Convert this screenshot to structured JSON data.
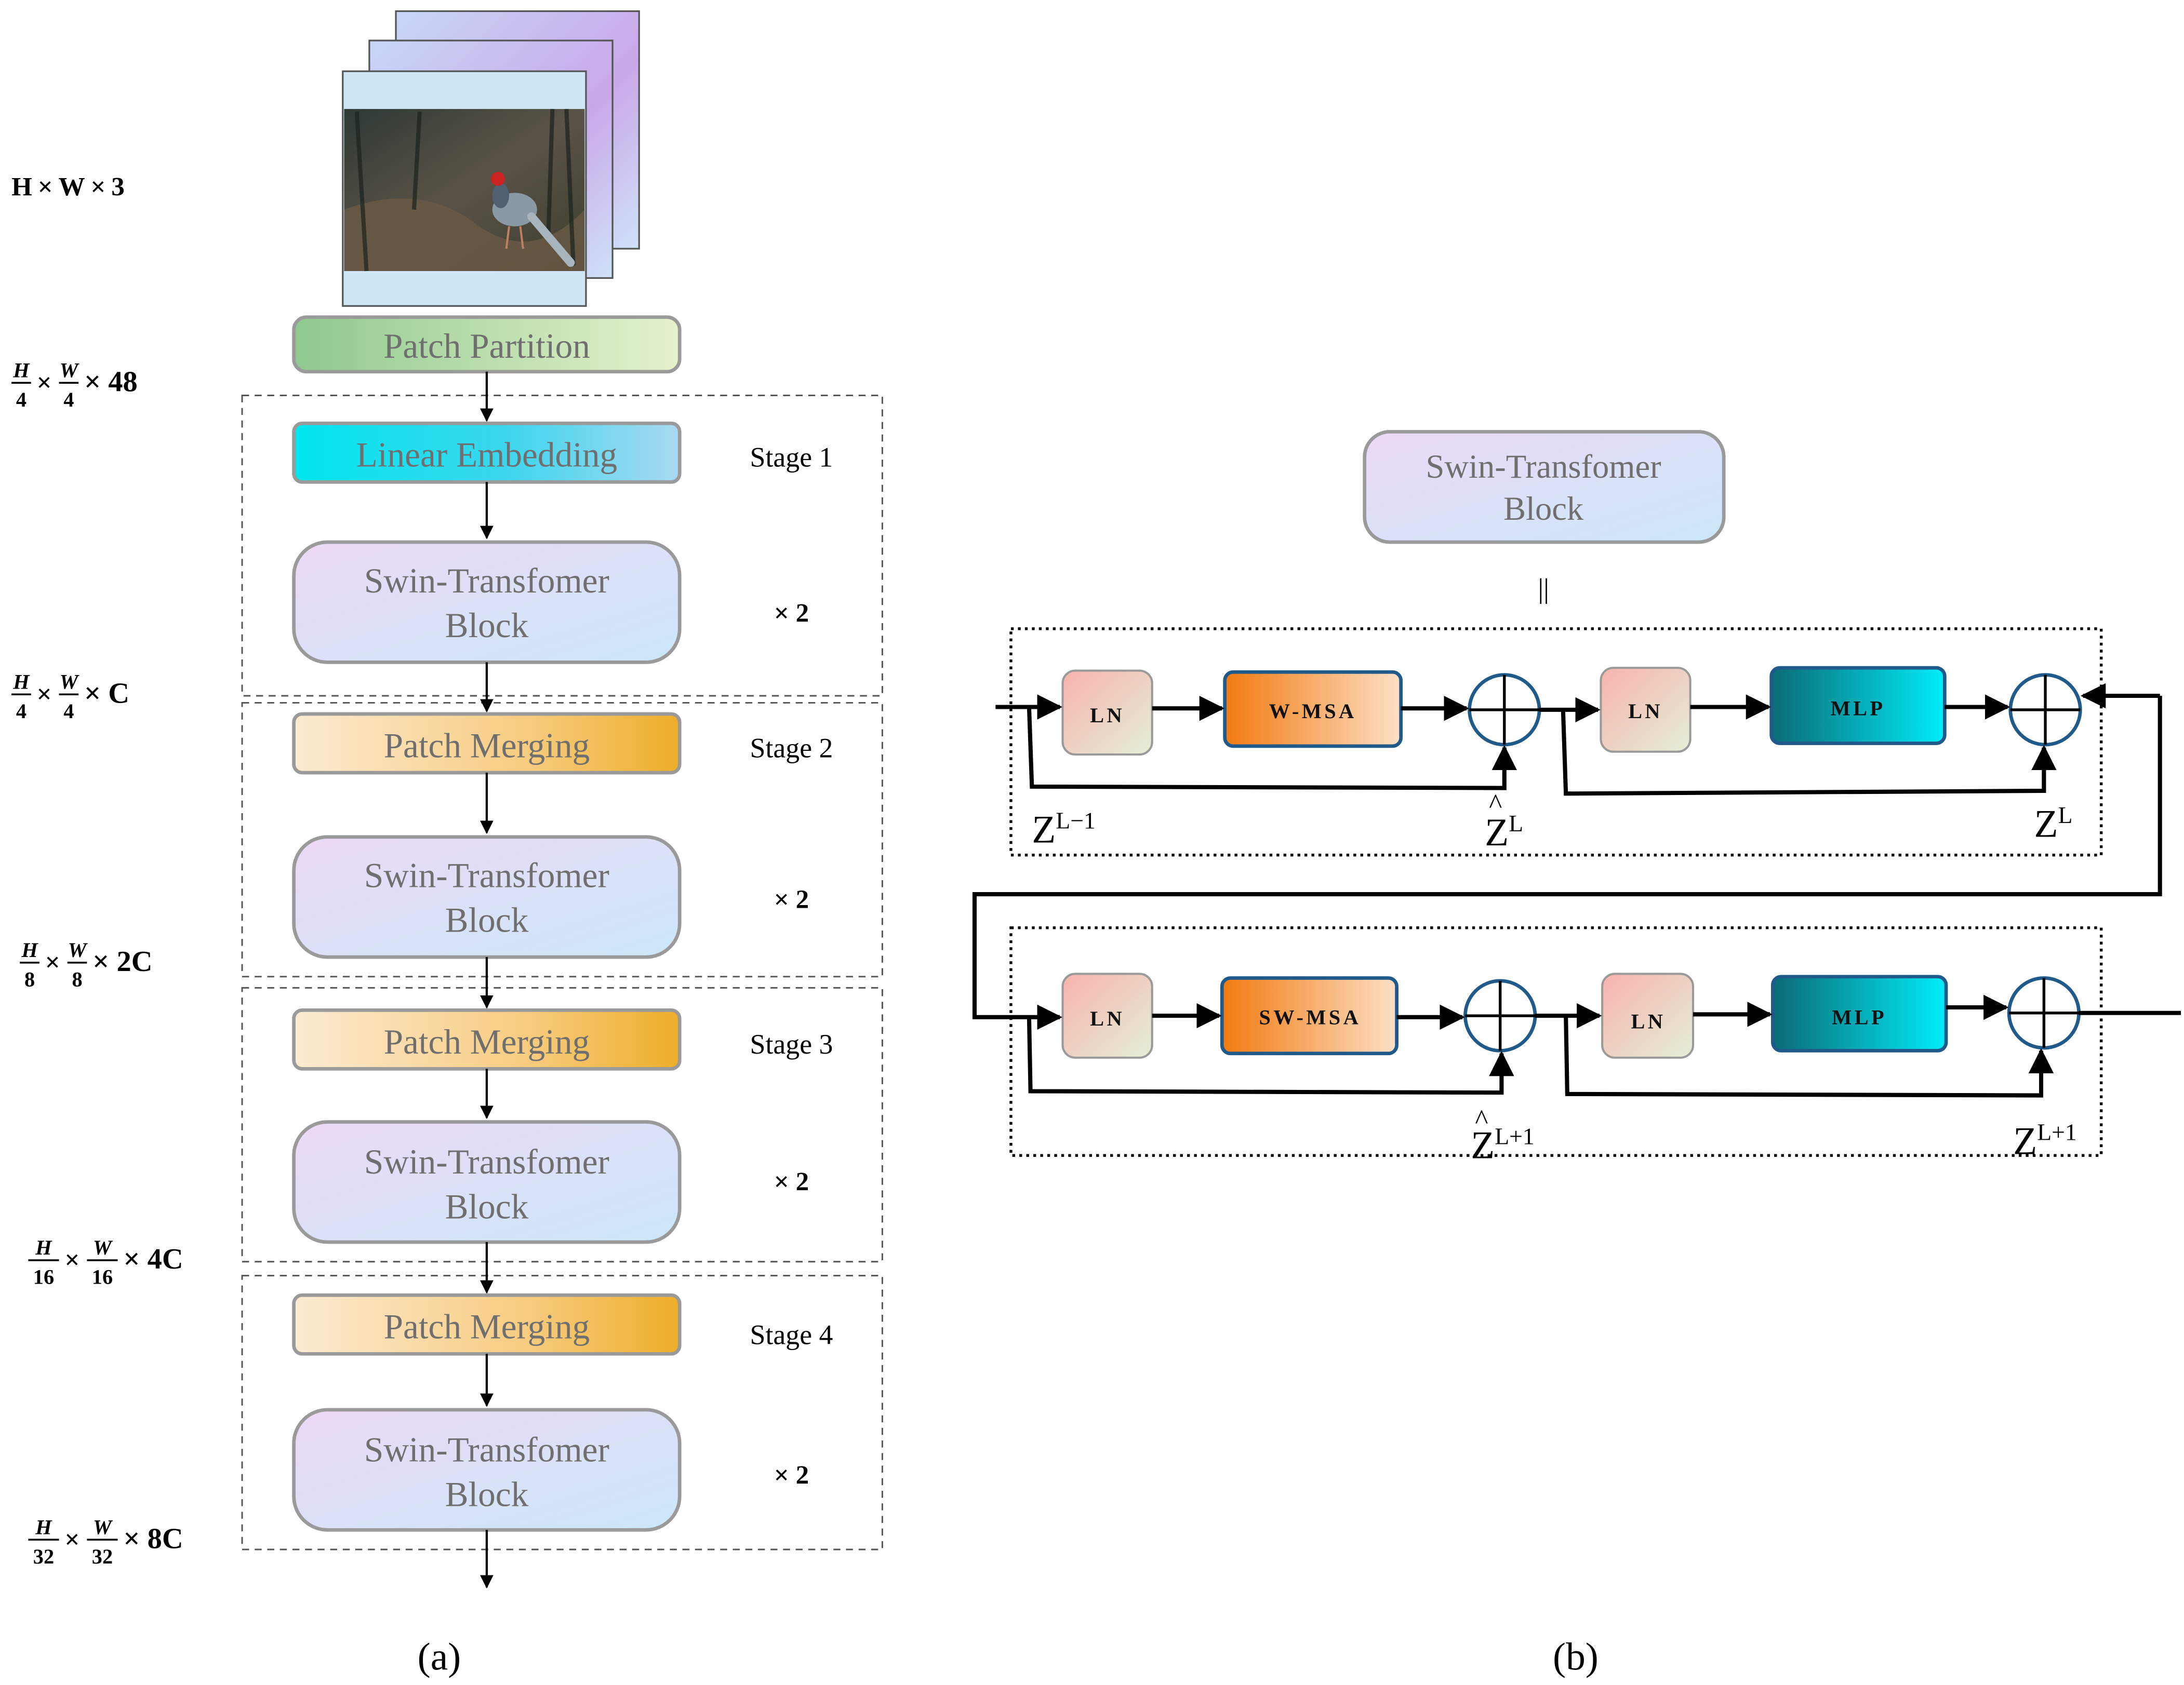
{
  "panel_a": {
    "caption": "(a)",
    "dims": {
      "input": {
        "prefix": "H",
        "times1": "×",
        "mid": "W",
        "times2": "×",
        "suffix": "3"
      },
      "after_partition": {
        "num1": "H",
        "den1": "4",
        "num2": "W",
        "den2": "4",
        "suffix": "× 48"
      },
      "after_stage1": {
        "num1": "H",
        "den1": "4",
        "num2": "W",
        "den2": "4",
        "suffix": "× C"
      },
      "after_stage2": {
        "num1": "H",
        "den1": "8",
        "num2": "W",
        "den2": "8",
        "suffix": "× 2C"
      },
      "after_stage3": {
        "num1": "H",
        "den1": "16",
        "num2": "W",
        "den2": "16",
        "suffix": "× 4C"
      },
      "after_stage4": {
        "num1": "H",
        "den1": "32",
        "num2": "W",
        "den2": "32",
        "suffix": "× 8C"
      },
      "times": "×"
    },
    "patch_partition": "Patch Partition",
    "stages": [
      {
        "label": "Stage 1",
        "first_block": "Linear Embedding",
        "block_line1": "Swin-Transfomer",
        "block_line2": "Block",
        "repeat": "× 2"
      },
      {
        "label": "Stage 2",
        "first_block": "Patch Merging",
        "block_line1": "Swin-Transfomer",
        "block_line2": "Block",
        "repeat": "× 2"
      },
      {
        "label": "Stage 3",
        "first_block": "Patch Merging",
        "block_line1": "Swin-Transfomer",
        "block_line2": "Block",
        "repeat": "× 2"
      },
      {
        "label": "Stage 4",
        "first_block": "Patch Merging",
        "block_line1": "Swin-Transfomer",
        "block_line2": "Block",
        "repeat": "× 2"
      }
    ]
  },
  "panel_b": {
    "caption": "(b)",
    "header_line1": "Swin-Transfomer",
    "header_line2": "Block",
    "equals": "||",
    "row1": {
      "ln1": "LN",
      "attn": "W-MSA",
      "ln2": "LN",
      "mlp": "MLP",
      "z_in": "Z",
      "z_in_sup": "L−1",
      "z_mid": "Z",
      "z_mid_hat": "^",
      "z_mid_sup": "L",
      "z_out": "Z",
      "z_out_sup": "L"
    },
    "row2": {
      "ln1": "LN",
      "attn": "SW-MSA",
      "ln2": "LN",
      "mlp": "MLP",
      "z_mid": "Z",
      "z_mid_hat": "^",
      "z_mid_sup": "L+1",
      "z_out": "Z",
      "z_out_sup": "L+1"
    }
  },
  "colors": {
    "patch_partition": [
      "#8fc98f",
      "#e6f2cc"
    ],
    "linear_embedding": [
      "#00e8f0",
      "#a6d8f0"
    ],
    "swin_block": [
      "#ead8f5",
      "#cde8f8"
    ],
    "patch_merging": [
      "#fde8cc",
      "#efb234"
    ],
    "ln": [
      "#f8b7b2",
      "#e6f1d6"
    ],
    "w_msa": [
      "#f3811a",
      "#fcdcc0"
    ],
    "mlp": [
      "#0a6f78",
      "#00eaf8"
    ],
    "box_border": "#999999",
    "blue_border": "#1f5a8a"
  },
  "photo": {
    "icon": "bird-photo"
  }
}
